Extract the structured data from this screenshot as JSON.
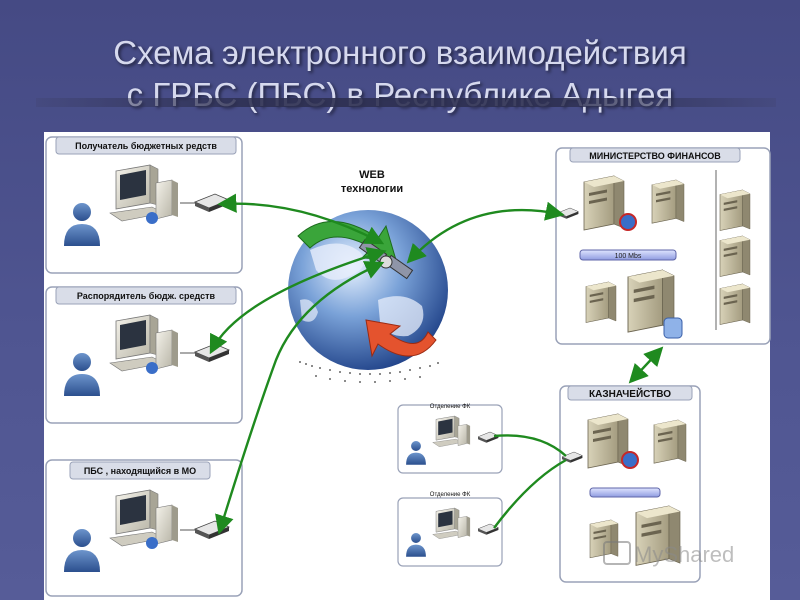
{
  "title": {
    "line1": "Схема электронного взаимодействия",
    "line2": "с ГРБС (ПБС) в  Республике Адыгея"
  },
  "nodes": {
    "recipient": "Получатель бюджетных редств",
    "manager": "Распорядитель бюдж. средств",
    "pbs": "ПБС , находящийся в МО",
    "web_line1": "WEB",
    "web_line2": "технологии",
    "ministry": "МИНИСТЕРСТВО ФИНАНСОВ",
    "speed": "100 Mbs",
    "treasury": "КАЗНАЧЕЙСТВО",
    "fk_branch_1": "Отделение ФК",
    "fk_branch_2": "Отделение ФК"
  },
  "watermark": "MyShared",
  "colors": {
    "arrow": "#1f8a1f",
    "panel_border": "#9aa2b8",
    "label_header": "#d9dde8"
  }
}
